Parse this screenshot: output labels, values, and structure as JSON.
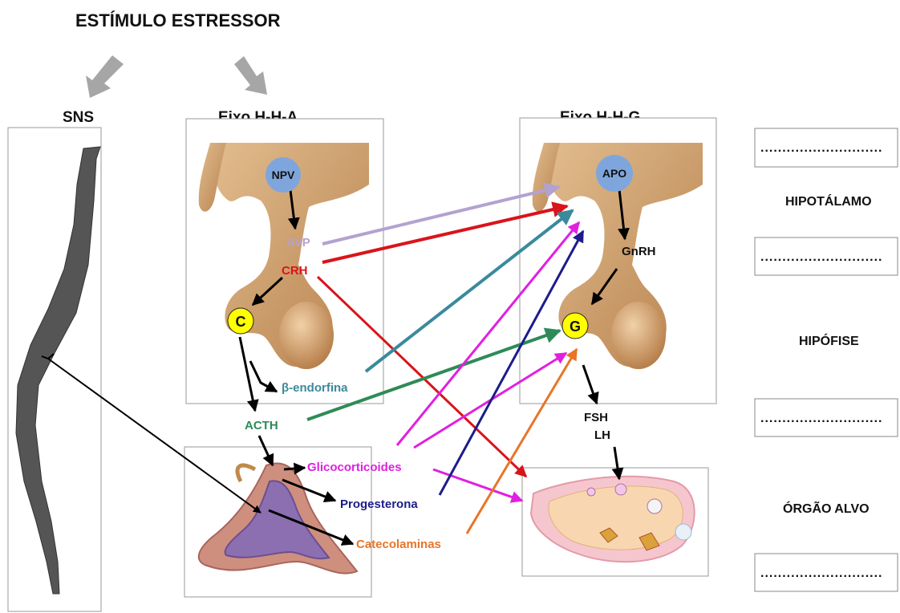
{
  "title": "ESTÍMULO ESTRESSOR",
  "columns": {
    "sns": "SNS",
    "hha": "Eixo H-H-A",
    "hhg": "Eixo H-H-G"
  },
  "nodes": {
    "npv": "NPV",
    "apo": "APO",
    "c": "C",
    "g": "G"
  },
  "hormones": {
    "avp": "AVP",
    "crh": "CRH",
    "beta_endorphin": "β-endorfina",
    "acth": "ACTH",
    "gnrh": "GnRH",
    "fsh": "FSH",
    "lh": "LH",
    "glucocorticoids": "Glicocorticoides",
    "progesterone": "Progesterona",
    "catecholamines": "Catecolaminas"
  },
  "right_panel": {
    "placeholders": [
      "............................",
      "............................",
      "............................",
      "............................"
    ],
    "levels": [
      "HIPOTÁLAMO",
      "HIPÓFISE",
      "ÓRGÃO ALVO"
    ]
  },
  "colors": {
    "avp": "#b3a2cf",
    "crh": "#d9141b",
    "beta_endorphin": "#3a8a9c",
    "acth": "#2e8b57",
    "glucocorticoids": "#e020e0",
    "progesterone": "#1c1c8c",
    "catecholamines": "#e87528",
    "node_blue": "#7fa6dc",
    "node_yellow": "#ffff00",
    "arrow_gray": "#a6a6a6",
    "tissue": "#c99a66"
  }
}
